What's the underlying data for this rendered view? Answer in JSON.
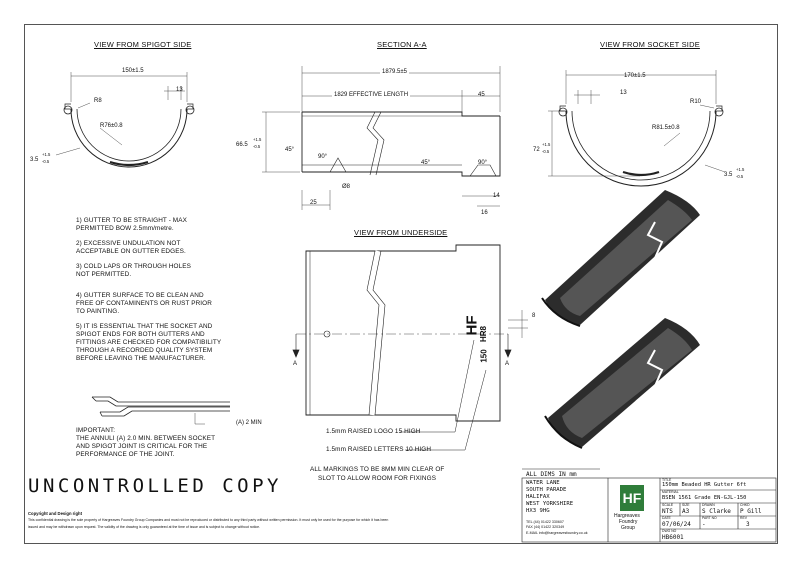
{
  "views": {
    "spigot_title": "VIEW FROM SPIGOT SIDE",
    "section_title": "SECTION A-A",
    "socket_title": "VIEW FROM SOCKET SIDE",
    "underside_title": "VIEW FROM UNDERSIDE"
  },
  "spigot_dims": {
    "width": "150±1.5",
    "lip": "13",
    "r_small": "R8",
    "r_large": "R76±0.8",
    "thick": "3.5",
    "thick_tol_plus": "+1.5",
    "thick_tol_minus": "-0.5"
  },
  "section_dims": {
    "overall": "1879.5±5",
    "effective": "1829 EFFECTIVE LENGTH",
    "socket_len": "45",
    "height": "66.5",
    "height_tol_plus": "+1.5",
    "height_tol_minus": "-0.5",
    "angle1": "45°",
    "angle2": "90°",
    "angle3": "45°",
    "angle4": "90°",
    "dia": "Ø8",
    "d25": "25",
    "d14": "14",
    "d16": "16"
  },
  "socket_dims": {
    "width": "170±1.5",
    "lip": "13",
    "r_small": "R10",
    "r_large": "R81.5±0.8",
    "height": "72",
    "height_tol_plus": "+1.5",
    "height_tol_minus": "-0.5",
    "thick": "3.5",
    "thick_tol_plus": "+1.5",
    "thick_tol_minus": "-0.5"
  },
  "underside": {
    "d8": "8",
    "section_mark_left": "A",
    "section_mark_right": "A",
    "logo": "HF",
    "marking_line1": "HR8",
    "marking_line2": "150",
    "callout_logo": "1.5mm RAISED LOGO 15 HIGH",
    "callout_letters": "1.5mm RAISED LETTERS 10 HIGH",
    "markings_note_1": "ALL MARKINGS TO BE 8MM MIN CLEAR OF",
    "markings_note_2": "SLOT TO ALLOW ROOM FOR FIXINGS"
  },
  "notes": [
    [
      "1) GUTTER TO BE STRAIGHT - MAX",
      "PERMITTED BOW 2.5mm/metre."
    ],
    [
      "2) EXCESSIVE UNDULATION NOT",
      "ACCEPTABLE ON GUTTER EDGES."
    ],
    [
      "3) COLD LAPS OR THROUGH HOLES",
      "NOT PERMITTED."
    ],
    [
      "4) GUTTER SURFACE TO BE CLEAN AND",
      "FREE OF CONTAMINENTS OR RUST PRIOR",
      "TO PAINTING."
    ],
    [
      "5) IT IS ESSENTIAL THAT THE SOCKET AND",
      "SPIGOT ENDS FOR BOTH GUTTERS AND",
      "FITTINGS ARE CHECKED FOR COMPATIBILITY",
      "THROUGH A RECORDED QUALITY SYSTEM",
      "BEFORE LEAVING THE MANUFACTURER."
    ]
  ],
  "joint": {
    "label": "(A) 2 MIN",
    "important": [
      "IMPORTANT:",
      "THE ANNULI (A) 2.0 MIN. BETWEEN SOCKET",
      "AND SPIGOT JOINT IS CRITICAL FOR THE",
      "PERFORMANCE OF THE JOINT."
    ]
  },
  "uncontrolled": "UNCONTROLLED COPY",
  "copyright": {
    "title": "Copyright and Design right",
    "line1": "This confidential drawing is the sole property of Hargreaves Foundry Group Companies and must not be reproduced or distributed to any third party without written permission. It must only be used for the purpose for which it has been",
    "line2": "issued and may be withdrawn upon request. The validity of the drawing is only guaranteed at the time of issue and is subject to change without notice."
  },
  "title_block": {
    "all_dims": "ALL  DIMS  IN  mm",
    "address": [
      "WATER LANE",
      "SOUTH PARADE",
      "HALIFAX",
      "WEST YORKSHIRE",
      "HX3 9HG"
    ],
    "tel": "TEL (44) 01422 330607",
    "fax": "FAX (44) 01422 320349",
    "email": "E-MAIL info@hargreavesfoundry.co.uk",
    "company_logo": "HF",
    "company": [
      "Hargreaves",
      "Foundry",
      "Group"
    ],
    "title_label": "TITLE",
    "title": "150mm Beaded HR Gutter 6ft",
    "material_label": "MATERIAL",
    "material": "BSEN 1561 Grade EN-GJL-150",
    "scale_label": "SCALE",
    "scale": "NTS",
    "size_label": "SIZE",
    "size": "A3",
    "drawn_label": "DRAWN",
    "drawn": "S Clarke",
    "chkd_label": "CHKD",
    "chkd": "P Gill",
    "date_label": "DATE",
    "date": "07/06/24",
    "part_label": "PART NO",
    "part": "-",
    "rev_label": "REV",
    "rev": "3",
    "dwg_label": "DWG NO",
    "dwg": "HB6001"
  }
}
